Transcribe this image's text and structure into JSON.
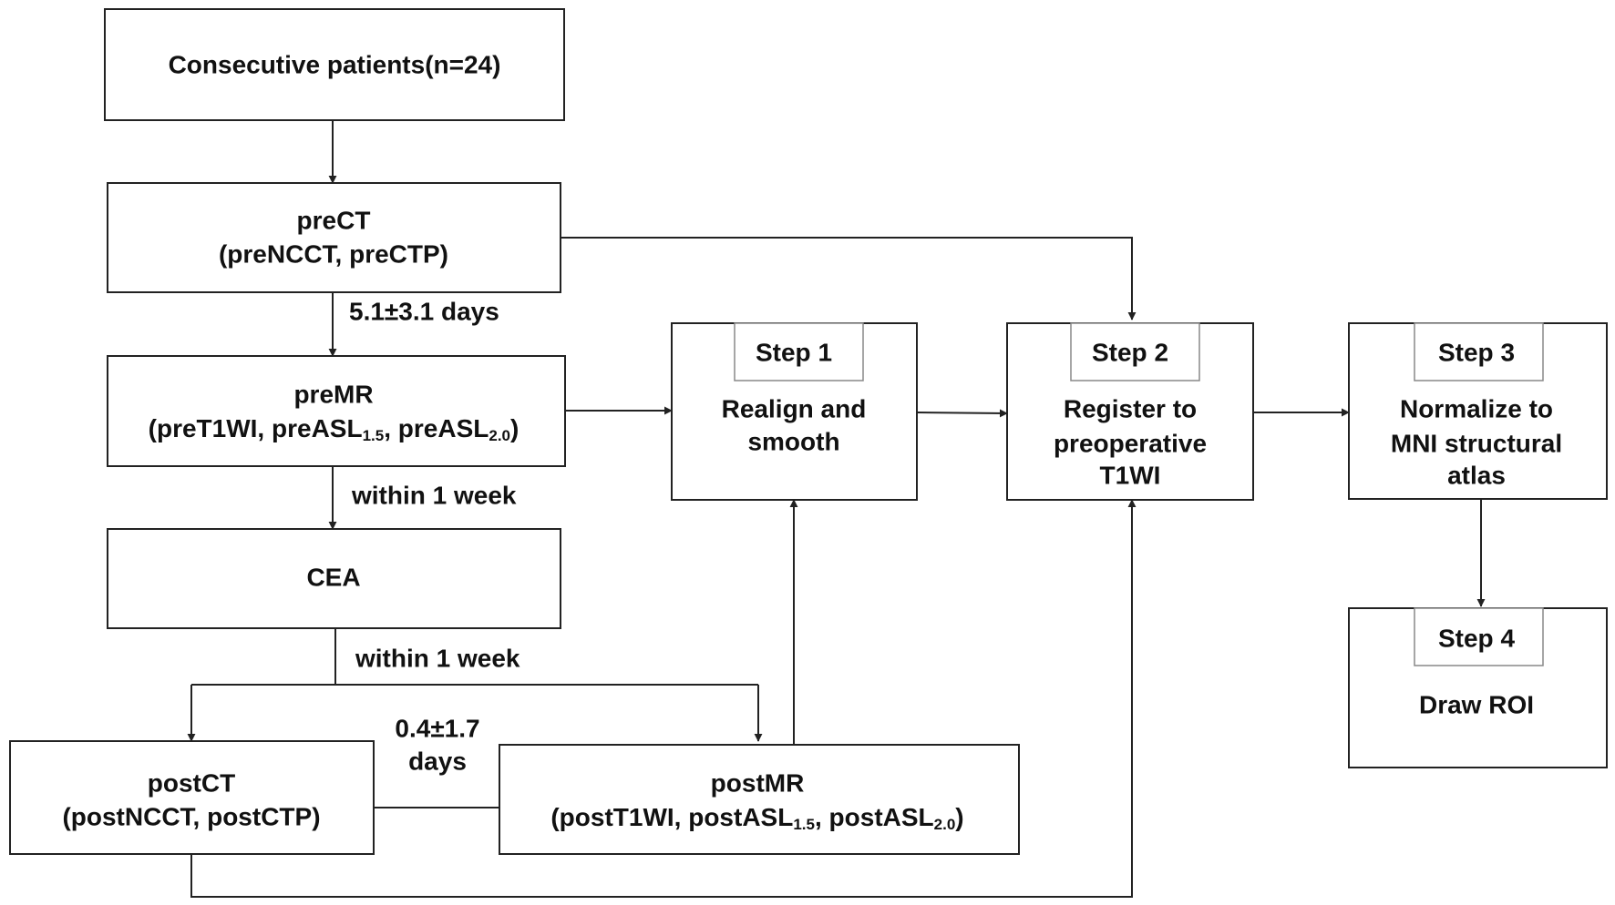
{
  "nodes": {
    "consecutive": {
      "text": "Consecutive patients(n=24)"
    },
    "prect": {
      "line1": "preCT",
      "line2": "(preNCCT, preCTP)"
    },
    "premr": {
      "line1": "preMR",
      "l2_a": "(preT1WI, preASL",
      "l2_sub1": "1.5",
      "l2_b": ",  preASL",
      "l2_sub2": "2.0",
      "l2_c": ")"
    },
    "cea": {
      "text": "CEA"
    },
    "postct": {
      "line1": "postCT",
      "line2": "(postNCCT, postCTP)"
    },
    "postmr": {
      "line1": "postMR",
      "l2_a": "(postT1WI,  postASL",
      "l2_sub1": "1.5",
      "l2_b": ",  postASL",
      "l2_sub2": "2.0",
      "l2_c": ")"
    },
    "step1": {
      "tab": "Step 1",
      "line1": "Realign and",
      "line2": "smooth"
    },
    "step2": {
      "tab": "Step 2",
      "line1": "Register to",
      "line2": "preoperative",
      "line3": "T1WI"
    },
    "step3": {
      "tab": "Step 3",
      "line1": "Normalize to",
      "line2": "MNI structural",
      "line3": "atlas"
    },
    "step4": {
      "tab": "Step 4",
      "line1": "Draw ROI"
    }
  },
  "edge_labels": {
    "prect_premr": "5.1±3.1 days",
    "premr_cea": "within  1 week",
    "cea_post": "within  1 week",
    "post_gap_line1": "0.4±1.7",
    "post_gap_line2": "days"
  },
  "colors": {
    "stroke": "#222222",
    "tab_stroke": "#888888",
    "text": "#111111",
    "background": "#ffffff"
  }
}
